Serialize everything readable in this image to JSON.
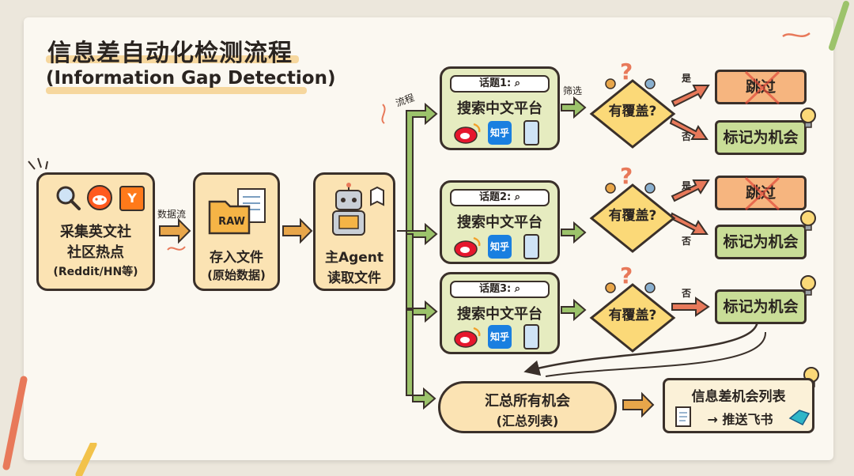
{
  "title": {
    "zh": "信息差自动化检测流程",
    "en": "(Information Gap Detection)"
  },
  "collect": {
    "line1": "采集英文社",
    "line2": "社区热点",
    "line3": "(Reddit/HN等)",
    "yc_badge": "Y"
  },
  "flow_label_data": "数据流",
  "store": {
    "raw_badge": "RAW",
    "line1": "存入文件",
    "line2": "(原始数据)"
  },
  "agent": {
    "line1": "主Agent",
    "line2": "读取文件"
  },
  "flow_label_process": "流程",
  "filter_label": "筛选",
  "topics": [
    {
      "chip": "话题1:",
      "title": "搜索中文平台",
      "zhihu": "知乎",
      "question": "有覆盖?",
      "yes": "是",
      "no": "否",
      "skip": "跳过",
      "opportunity": "标记为机会"
    },
    {
      "chip": "话题2:",
      "title": "搜索中文平台",
      "zhihu": "知乎",
      "question": "有覆盖?",
      "yes": "是",
      "no": "否",
      "skip": "跳过",
      "opportunity": "标记为机会"
    },
    {
      "chip": "话题3:",
      "title": "搜索中文平台",
      "zhihu": "知乎",
      "question": "有覆盖?",
      "no": "否",
      "opportunity": "标记为机会"
    }
  ],
  "summary": {
    "line1": "汇总所有机会",
    "line2": "(汇总列表)"
  },
  "output": {
    "line1": "信息差机会列表",
    "line2": "→ 推送飞书"
  },
  "colors": {
    "card": "#fbf8f1",
    "box_orange": "#fbe3b3",
    "box_green": "#e6ecc0",
    "skip": "#f6b57f",
    "opportunity": "#c9dd97",
    "arrow_orange": "#e8a64a",
    "arrow_green": "#9cc36b",
    "diamond": "#fbd978"
  }
}
